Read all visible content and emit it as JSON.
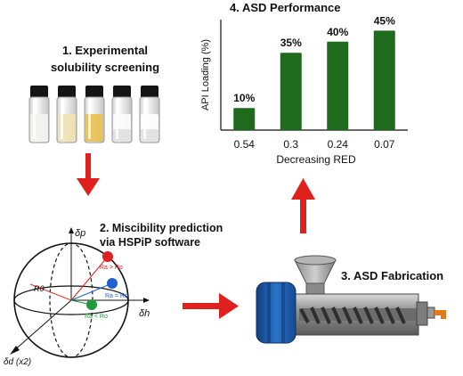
{
  "steps": {
    "s1": {
      "line1": "1. Experimental",
      "line2": "solubility screening"
    },
    "s2": {
      "line1": "2. Miscibility prediction",
      "line2": "via HSPiP software"
    },
    "s3": {
      "label": "3. ASD Fabrication"
    },
    "s4": {
      "label": "4. ASD Performance"
    }
  },
  "vials": [
    {
      "fill": "#f2f2f0",
      "solid": false
    },
    {
      "fill": "#efe2b4",
      "solid": false
    },
    {
      "fill": "#e8c25a",
      "solid": false
    },
    {
      "fill": "#fbfbfb",
      "solid": true
    },
    {
      "fill": "#fdfdfd",
      "solid": true
    }
  ],
  "sphere": {
    "axis_p": "δp",
    "axis_h": "δh",
    "axis_d": "δd (x2)",
    "radius_label": "R0",
    "points": [
      {
        "label": "Ra > Ro",
        "color": "#e02020"
      },
      {
        "label": "Ra = Ro",
        "color": "#1f5fd0"
      },
      {
        "label": "Ra < Ro",
        "color": "#1f9a3c"
      }
    ]
  },
  "colors": {
    "arrow": "#e0201c",
    "bar": "#1e6b1e",
    "extruder_blue": "#1f5fb0"
  },
  "chart_data": {
    "type": "bar",
    "title": "4. ASD Performance",
    "ylabel": "API Loading (%)",
    "xlabel": "Decreasing RED",
    "categories": [
      "0.54",
      "0.3",
      "0.24",
      "0.07"
    ],
    "values": [
      10,
      35,
      40,
      45
    ],
    "value_labels": [
      "10%",
      "35%",
      "40%",
      "45%"
    ],
    "ylim": [
      0,
      50
    ]
  }
}
